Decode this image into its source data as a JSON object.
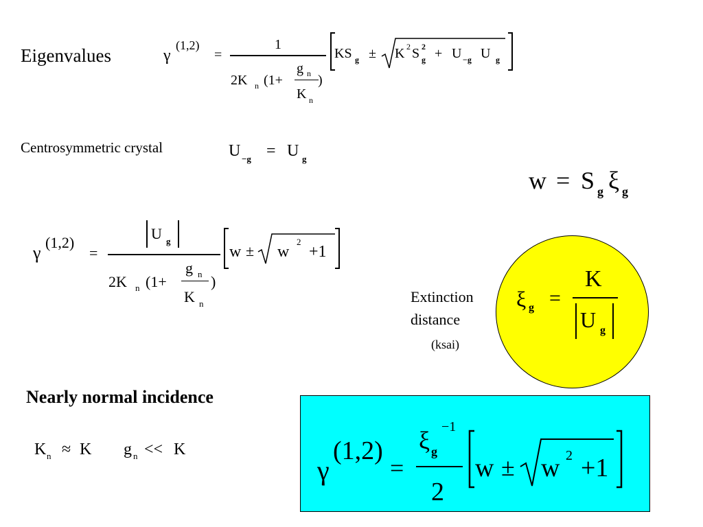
{
  "colors": {
    "circle_fill": "#FFFF00",
    "box_fill": "#00FFFF",
    "text": "#000000"
  },
  "labels": {
    "eigenvalues": "Eigenvalues",
    "centrosymmetric": "Centrosymmetric crystal",
    "extinction": "Extinction",
    "distance": "distance",
    "ksai": "(ksai)",
    "normal_incidence": "Nearly normal incidence"
  },
  "symbols": {
    "gamma": "γ",
    "xi": "ξ",
    "superscript_12": "(1,2)",
    "equals": "=",
    "plus_minus": "±",
    "approx": "≈",
    "much_less": "<<",
    "one": "1",
    "two": "2",
    "plus": "+",
    "close_paren": ")",
    "open_1plus": "(1+",
    "twoKn": "2K",
    "n": "n",
    "g": "g",
    "K": "K",
    "S": "S",
    "U": "U",
    "w": "w",
    "neg_g": "−g",
    "sup_2": "2",
    "sup_neg1": "−1",
    "KS": "KS",
    "plus_one": "+1"
  }
}
